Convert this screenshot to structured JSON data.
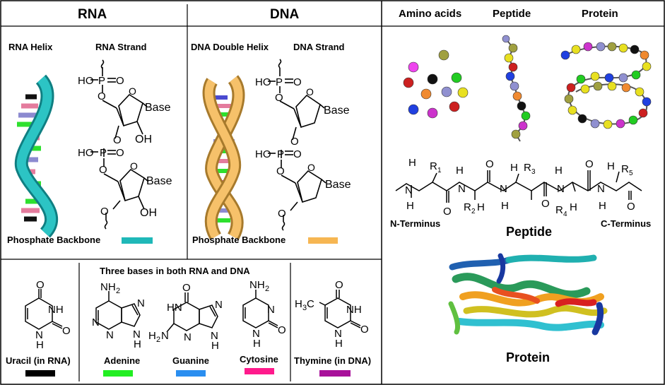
{
  "headers": {
    "rna": "RNA",
    "dna": "DNA",
    "amino_acids": "Amino acids",
    "peptide": "Peptide",
    "protein": "Protein"
  },
  "rna": {
    "helix_title": "RNA Helix",
    "strand_title": "RNA Strand",
    "backbone_label": "Phosphate Backbone",
    "backbone_color": "#1fb8b8",
    "base_label": "Base",
    "oh_label": "OH",
    "ho_label": "HO"
  },
  "dna": {
    "helix_title": "DNA Double Helix",
    "strand_title": "DNA Strand",
    "backbone_label": "Phosphate Backbone",
    "backbone_color": "#f6b652",
    "base_label": "Base",
    "ho_label": "HO"
  },
  "bases": {
    "shared_title": "Three bases in both RNA and DNA",
    "uracil": {
      "label": "Uracil (in RNA)",
      "color": "#000000"
    },
    "adenine": {
      "label": "Adenine",
      "color": "#22ee22"
    },
    "guanine": {
      "label": "Guanine",
      "color": "#2a8ef0"
    },
    "cytosine": {
      "label": "Cytosine",
      "color": "#ff1a8c"
    },
    "thymine": {
      "label": "Thymine (in DNA)",
      "color": "#a8119a"
    }
  },
  "peptide_structure": {
    "n_terminus": "N-Terminus",
    "c_terminus": "C-Terminus",
    "title": "Peptide"
  },
  "protein_structure": {
    "title": "Protein"
  }
}
